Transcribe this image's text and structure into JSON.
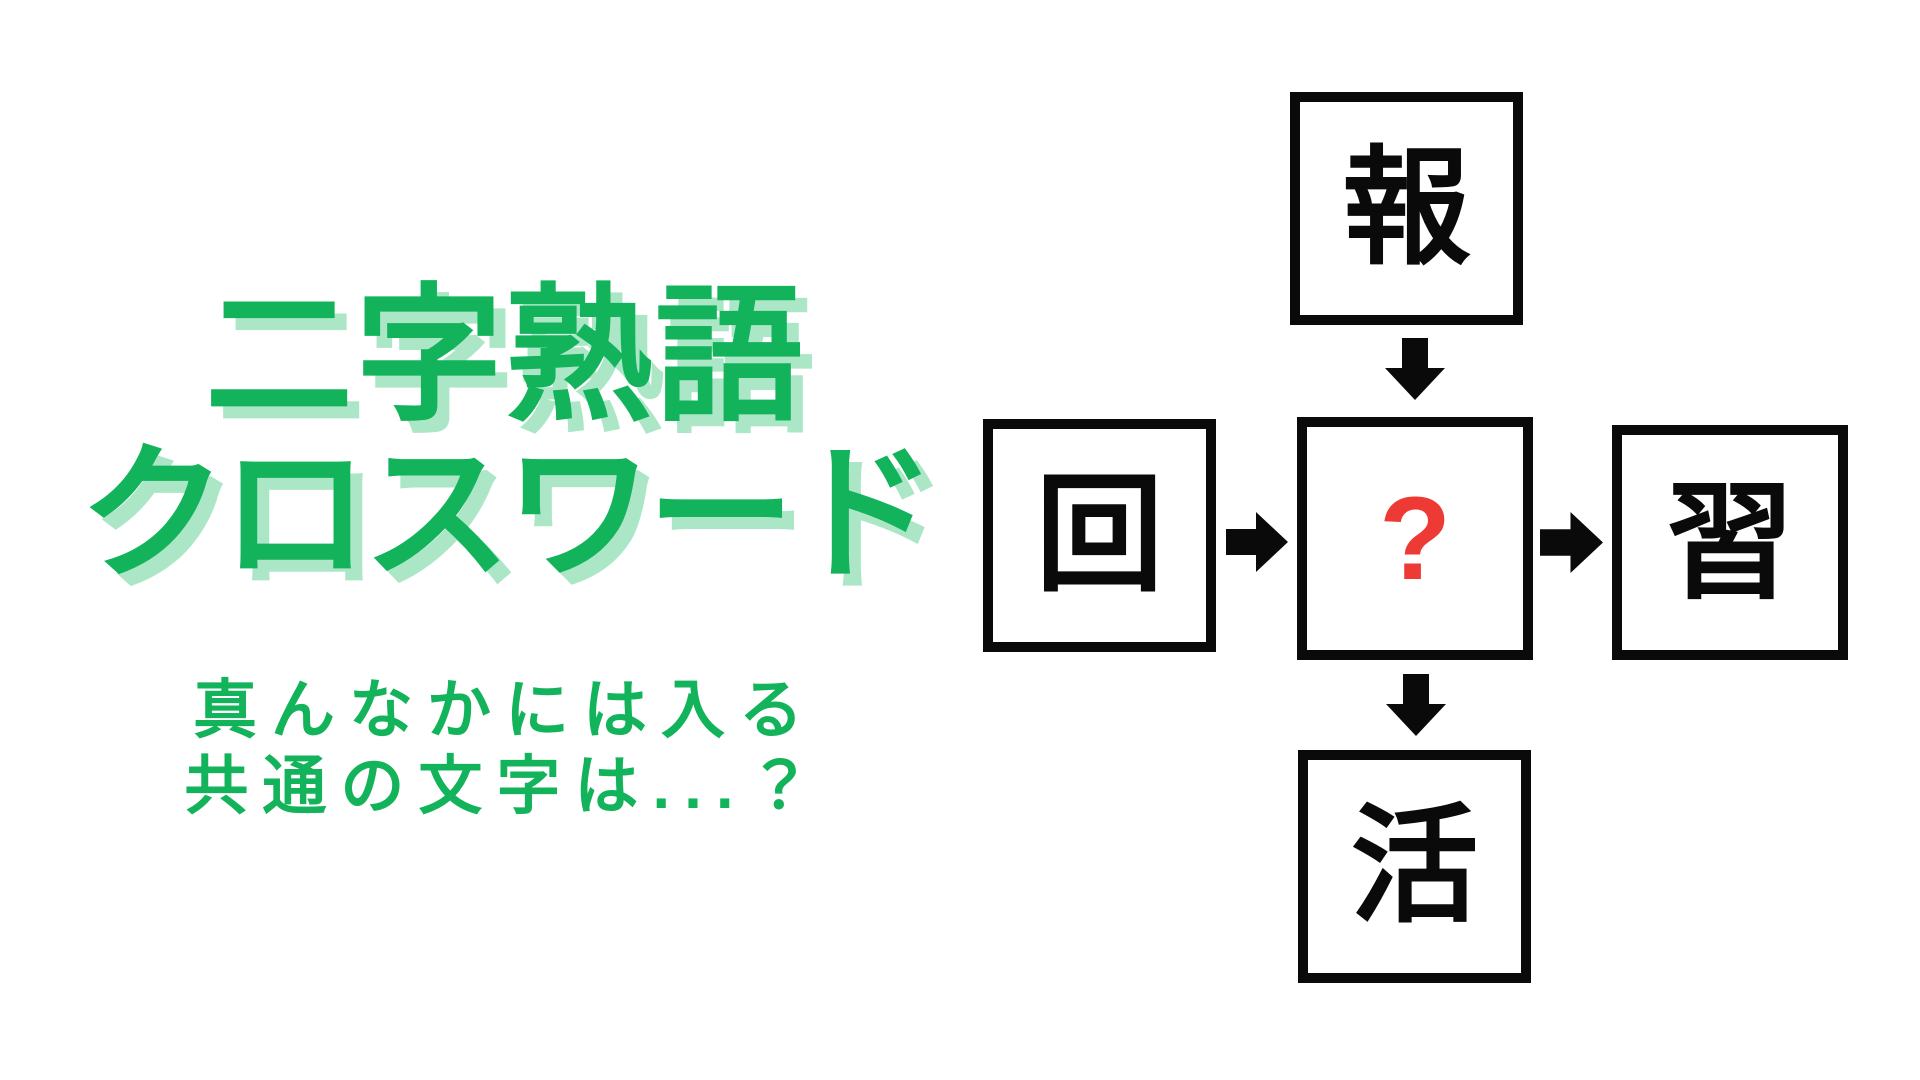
{
  "colors": {
    "background": "#ffffff",
    "green": "#12b35a",
    "green_shadow": "#abe7c6",
    "red": "#ed3a35",
    "ink": "#0a0a0a"
  },
  "title": {
    "line1": "二字熟語",
    "line2": "クロスワード"
  },
  "subtitle": {
    "line1": "真んなかには入る",
    "line2": "共通の文字は...？"
  },
  "puzzle": {
    "top": {
      "char": "報"
    },
    "left": {
      "char": "回"
    },
    "center": {
      "char": "?"
    },
    "right": {
      "char": "習"
    },
    "bottom": {
      "char": "活"
    }
  }
}
